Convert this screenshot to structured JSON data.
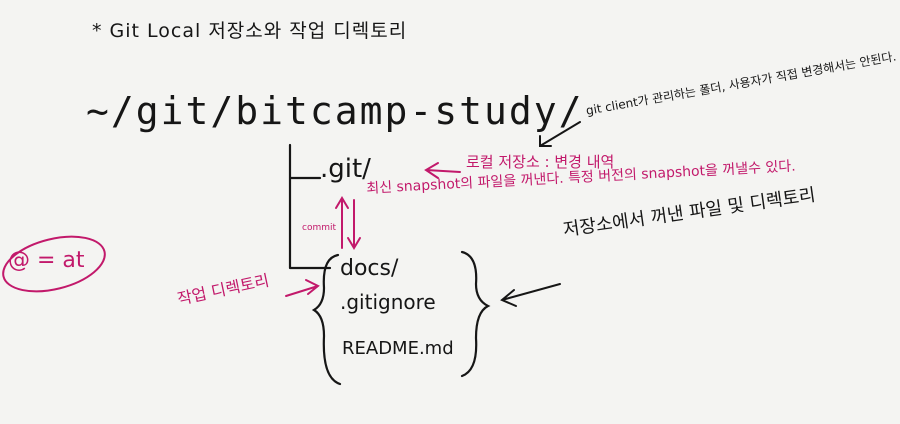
{
  "title": "*  Git  Local 저장소와  작업 디렉토리",
  "root_path": "~/git/bitcamp-study/",
  "git_dir": ".git/",
  "files": [
    "docs/",
    ".gitignore",
    "README.md"
  ],
  "notes": {
    "git_client_note": "git client가 관리하는 폴더, 사용자가 직접 변경해서는 안된다.",
    "local_repo": "로컬 저장소 : 변경 내역",
    "commit": "commit",
    "snapshot": "최신 snapshot의 파일을 꺼낸다. 특정 버전의 snapshot을 꺼낼수 있다.",
    "extracted": "저장소에서 꺼낸 파일 및 디렉토리",
    "at_equals": "@ = at",
    "working_dir": "작업 디렉토리"
  },
  "colors": {
    "ink": "#161616",
    "accent": "#c2196b",
    "paper": "#f4f4f2"
  }
}
